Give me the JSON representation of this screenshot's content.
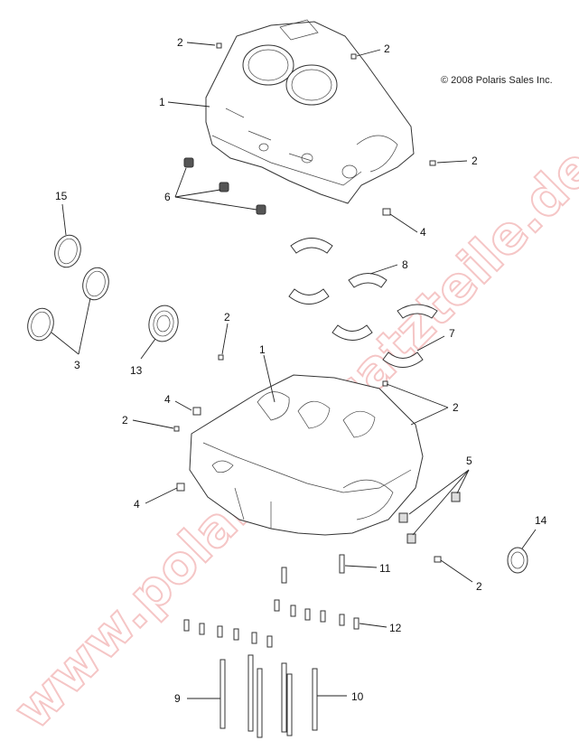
{
  "copyright": "© 2008 Polaris Sales Inc.",
  "watermark": "www.polaris-ersatzteile.de",
  "callouts": {
    "c2_top_left": "2",
    "c2_top_right": "2",
    "c1_top": "1",
    "c2_right_upper": "2",
    "c6": "6",
    "c4_upper": "4",
    "c15": "15",
    "c8": "8",
    "c2_mid": "2",
    "c7": "7",
    "c3": "3",
    "c13": "13",
    "c1_lower": "1",
    "c4_mid": "4",
    "c2_left": "2",
    "c2_right_lower": "2",
    "c5": "5",
    "c4_lower": "4",
    "c14": "14",
    "c11": "11",
    "c2_bottom_right": "2",
    "c12": "12",
    "c9": "9",
    "c10": "10"
  }
}
